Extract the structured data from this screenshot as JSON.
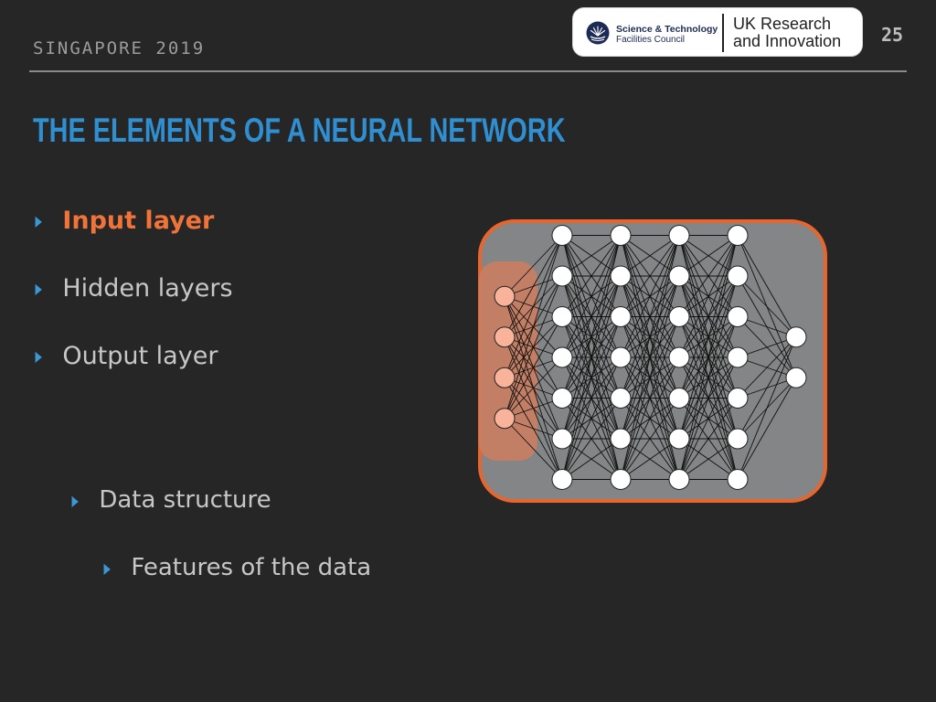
{
  "header": {
    "event": "SINGAPORE 2019",
    "page_number": "25"
  },
  "logo": {
    "stfc_line1": "Science & Technology",
    "stfc_line2": "Facilities Council",
    "ukri_line1": "UK Research",
    "ukri_line2": "and Innovation"
  },
  "title": "THE ELEMENTS OF A NEURAL NETWORK",
  "bullets": [
    {
      "label": "Input layer",
      "highlighted": true
    },
    {
      "label": "Hidden layers"
    },
    {
      "label": "Output layer"
    }
  ],
  "sub_bullets": [
    {
      "label": "Data structure"
    },
    {
      "label": "Features of the data"
    }
  ],
  "colors": {
    "title": "#2f8fd1",
    "highlight": "#f0733a",
    "bullet_arrow": "#3a97d6",
    "body_text": "#c7c7c7",
    "background": "#262626",
    "network_panel": "#838586",
    "input_node": "#f9b39a",
    "input_band": "#c87f63",
    "frame_outline": "#e8662d"
  },
  "network": {
    "layers": [
      4,
      7,
      7,
      7,
      7,
      2
    ],
    "highlighted_layer": "input"
  }
}
